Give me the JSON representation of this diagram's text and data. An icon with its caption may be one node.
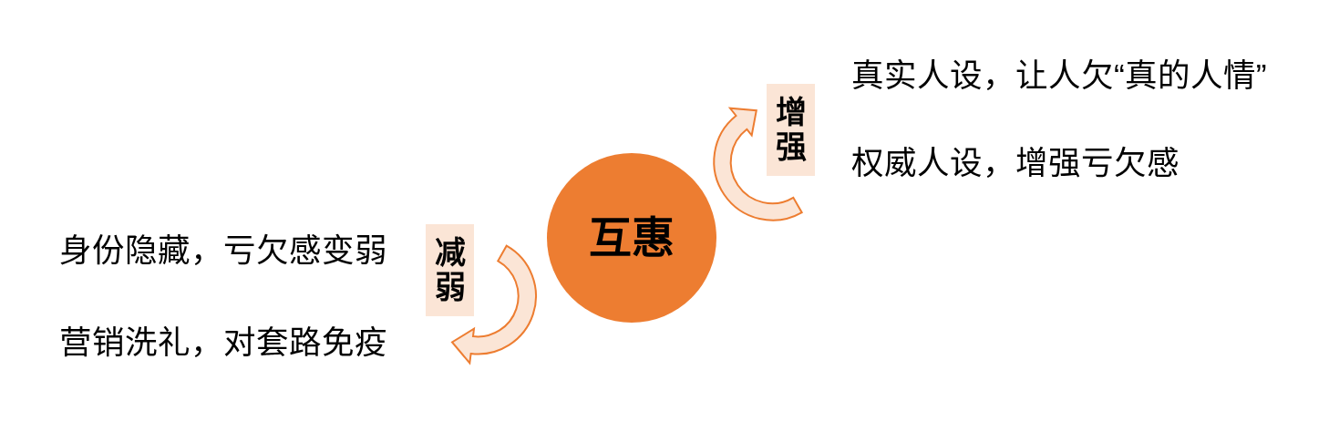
{
  "diagram": {
    "nodes": [
      {
        "text": [
          "互惠"
        ]
      },
      {
        "text": [
          "增强"
        ],
        "beside": [
          "真实人设，让人欠“真的人情”",
          "权威人设，增强亏欠感"
        ]
      },
      {
        "text": [
          "减弱"
        ],
        "beside": [
          "身份隐藏，亏欠感变弱",
          "营销洗礼，对套路免疫"
        ]
      }
    ],
    "edges": [
      {
        "from": 0,
        "to": 1,
        "arrow": "to"
      },
      {
        "from": 0,
        "to": 2,
        "arrow": "to"
      }
    ]
  }
}
